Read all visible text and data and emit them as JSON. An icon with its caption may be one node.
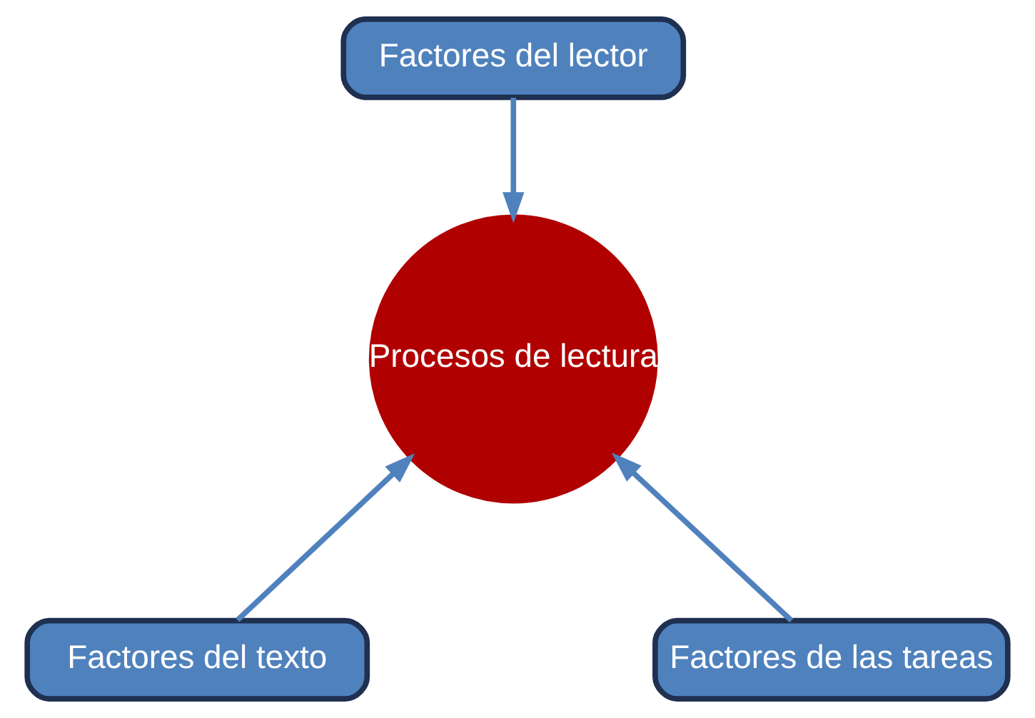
{
  "diagram": {
    "nodes": [
      {
        "text": [
          "Factores del lector"
        ]
      },
      {
        "text": [
          "Procesos de lectura"
        ]
      },
      {
        "text": [
          "Factores del texto"
        ]
      },
      {
        "text": [
          "Factores de las tareas"
        ]
      }
    ],
    "edges": [
      {
        "from": 0,
        "to": 1,
        "arrow": "to"
      },
      {
        "from": 2,
        "to": 1,
        "arrow": "to"
      },
      {
        "from": 3,
        "to": 1,
        "arrow": "to"
      }
    ]
  }
}
